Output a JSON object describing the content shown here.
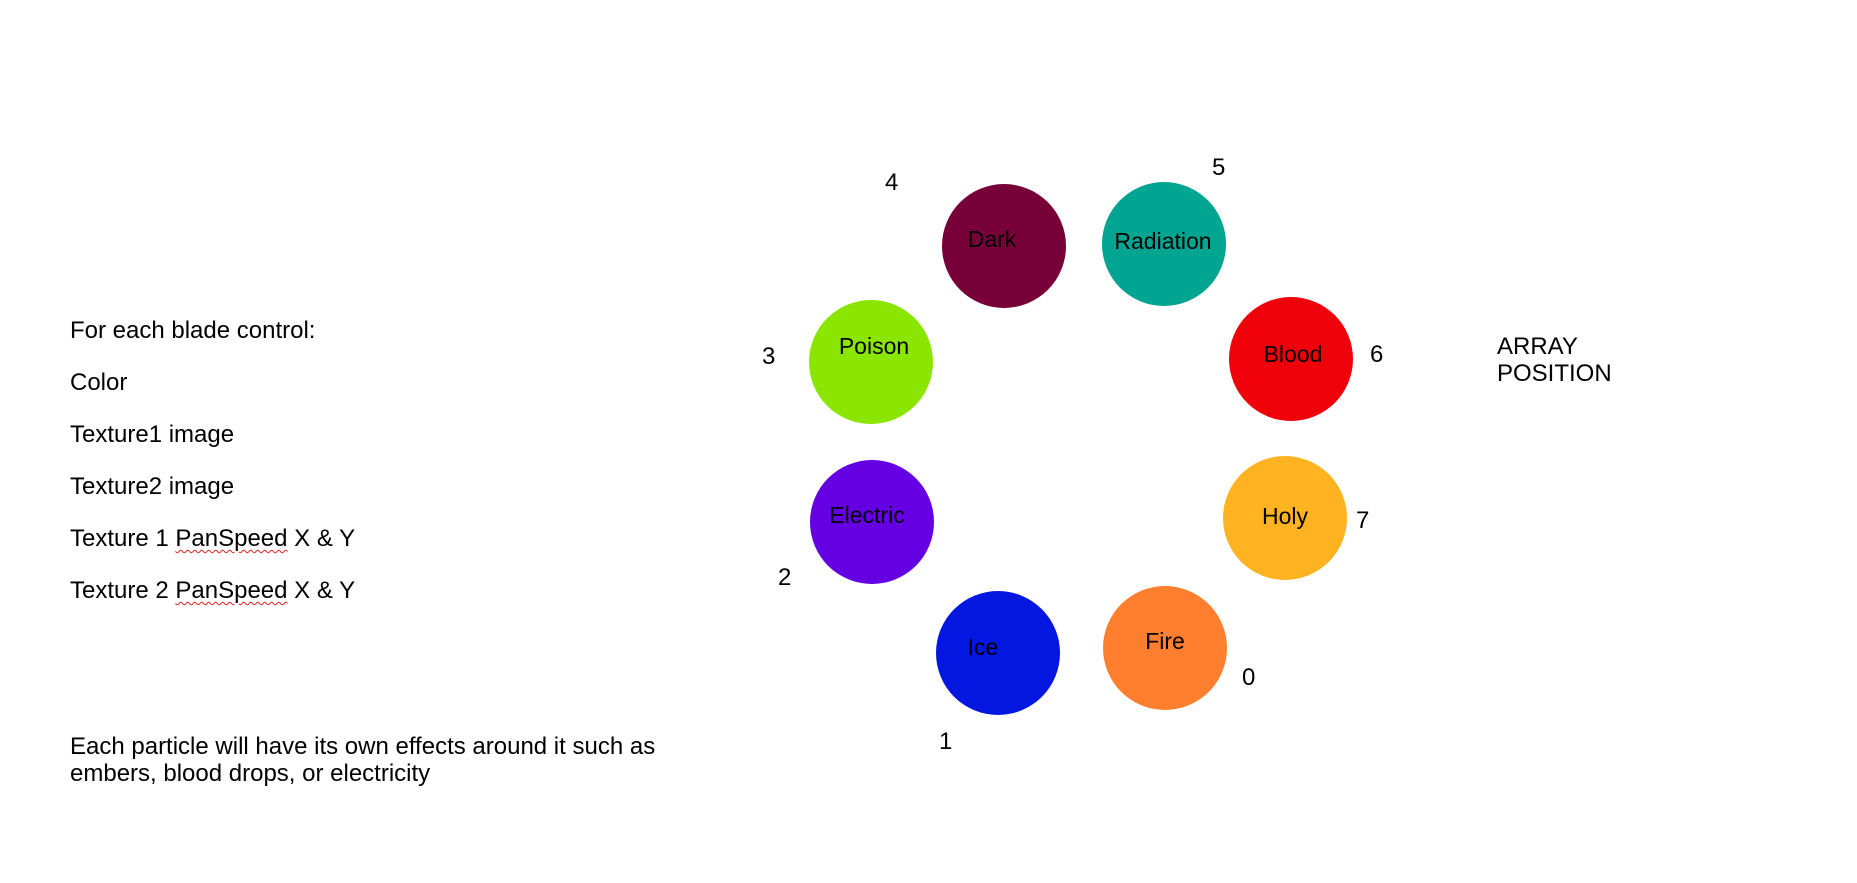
{
  "notes": {
    "heading": "For each blade control:",
    "items": [
      "Color",
      "Texture1 image",
      "Texture2 image"
    ],
    "pan1": {
      "prefix": "Texture 1 ",
      "word": "PanSpeed",
      "suffix": " X & Y"
    },
    "pan2": {
      "prefix": "Texture 2 ",
      "word": "PanSpeed",
      "suffix": " X & Y"
    },
    "particles_line1": "Each particle will have its own effects around it such as",
    "particles_line2": "embers, blood drops, or electricity"
  },
  "array_label": {
    "line1": "ARRAY",
    "line2": "POSITION"
  },
  "elements": [
    {
      "index": "0",
      "name": "Fire",
      "color": "#ff7f2e"
    },
    {
      "index": "1",
      "name": "Ice",
      "color": "#0317e1"
    },
    {
      "index": "2",
      "name": "Electric",
      "color": "#6400e1"
    },
    {
      "index": "3",
      "name": "Poison",
      "color": "#8ae600"
    },
    {
      "index": "4",
      "name": "Dark",
      "color": "#780039"
    },
    {
      "index": "5",
      "name": "Radiation",
      "color": "#00a592"
    },
    {
      "index": "6",
      "name": "Blood",
      "color": "#ef000b"
    },
    {
      "index": "7",
      "name": "Holy",
      "color": "#ffb320"
    }
  ]
}
